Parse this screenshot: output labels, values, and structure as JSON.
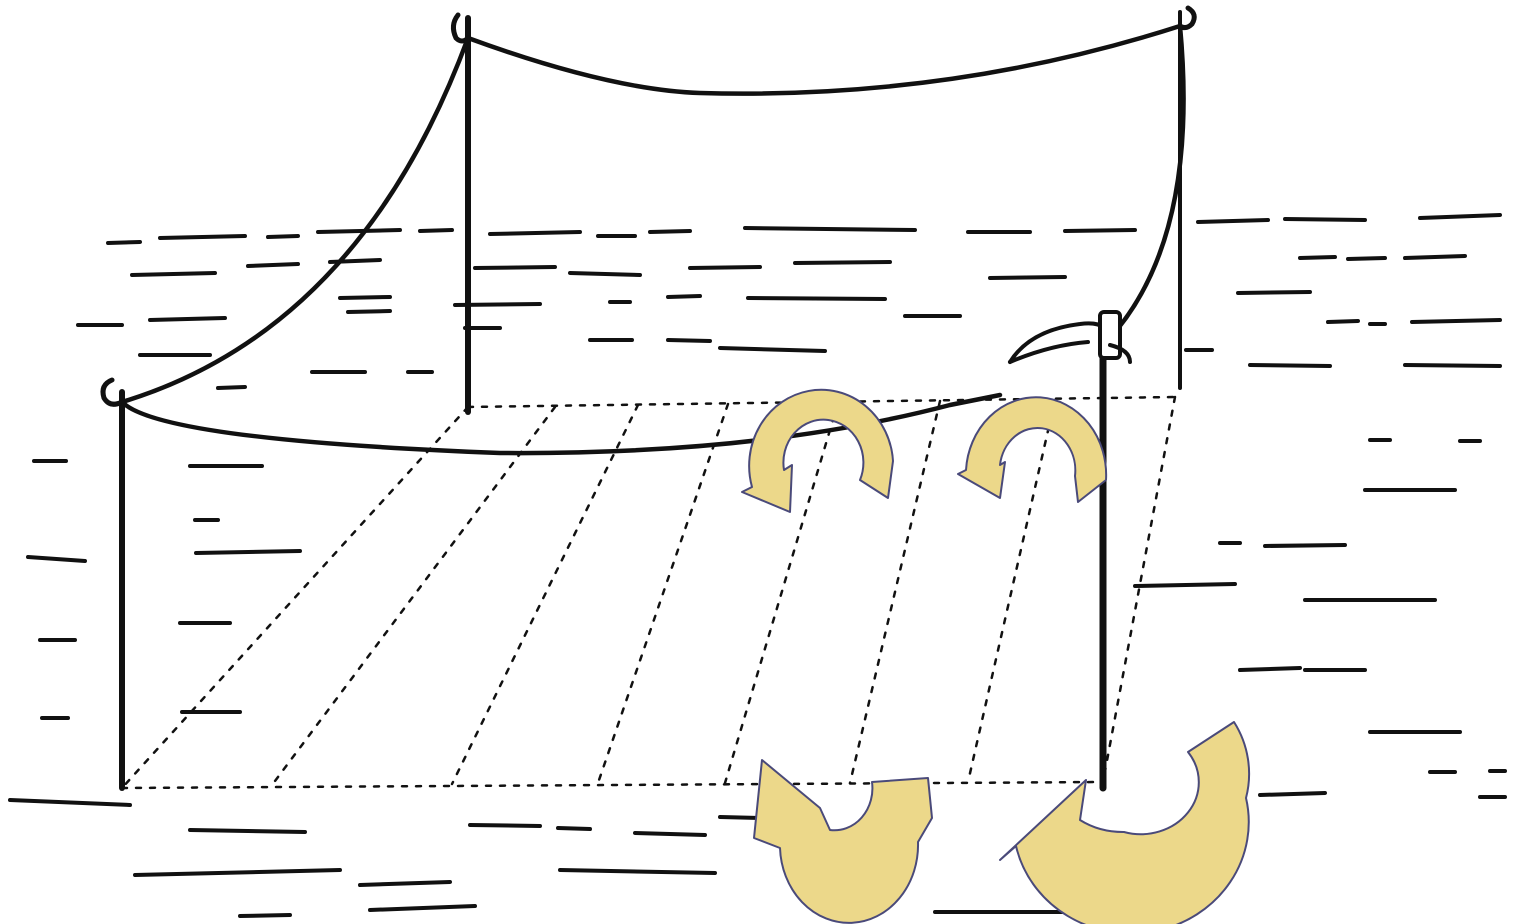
{
  "diagram": {
    "colors": {
      "ink": "#111111",
      "arrow_fill": "#ecd88a",
      "arrow_stroke": "#4a4a7a",
      "background": "#ffffff"
    },
    "elements": {
      "poles": [
        "front-left-pole",
        "back-left-pole",
        "back-right-pole",
        "front-right-pole"
      ],
      "ropes": [
        "top-rope",
        "left-side-rope",
        "front-rope",
        "right-side-rope"
      ],
      "net": "submerged-net-grid",
      "water": "water-ripples",
      "arrows": [
        "circular-arrow-upper-left",
        "circular-arrow-upper-right",
        "circular-arrow-lower-left",
        "circular-arrow-lower-right"
      ],
      "float": "float-object"
    }
  }
}
